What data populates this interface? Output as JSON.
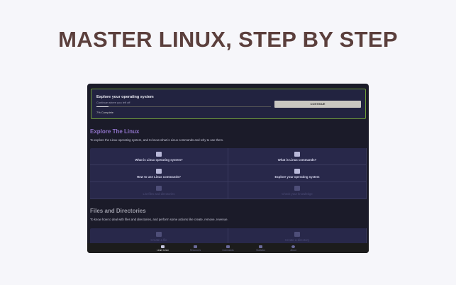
{
  "hero_title": "MASTER LINUX, STEP BY STEP",
  "progress_card": {
    "title": "Explore your operating system",
    "subtitle": "Continue where you left off",
    "progress_percent": 7,
    "progress_label": "7% Complete",
    "button": "CONTINUE"
  },
  "sections": [
    {
      "title": "Explore The Linux",
      "title_color": "#8f72c9",
      "description": "To explore the Linux operating system, and to know what is Linux commands and why to use them.",
      "items": [
        {
          "label": "What is Linux operating system?",
          "icon": "linux-penguin-icon",
          "enabled": true
        },
        {
          "label": "What is Linux commands?",
          "icon": "window-icon",
          "enabled": true
        },
        {
          "label": "How to use Linux commands?",
          "icon": "cube-icon",
          "enabled": true
        },
        {
          "label": "Explore your operating system",
          "icon": "qr-code-icon",
          "enabled": true
        },
        {
          "label": "List files and directories",
          "icon": "tray-icon",
          "enabled": false
        },
        {
          "label": "Check your knowledge",
          "icon": "book-icon",
          "enabled": false
        }
      ]
    },
    {
      "title": "Files and Directories",
      "title_color": "#9a9aa6",
      "description": "To know how to deal with files and directories, and perform some actions like create, remove, revenue.",
      "items": [
        {
          "label": "Create a file",
          "icon": "file-icon",
          "enabled": false
        },
        {
          "label": "Create a directory",
          "icon": "folder-icon",
          "enabled": false
        }
      ]
    }
  ],
  "tabs": [
    {
      "label": "Learn Linux",
      "icon": "book-icon",
      "active": true
    },
    {
      "label": "Resources",
      "icon": "pin-icon",
      "active": false
    },
    {
      "label": "Commands",
      "icon": "arrows-icon",
      "active": false
    },
    {
      "label": "Statistics",
      "icon": "chart-icon",
      "active": false
    },
    {
      "label": "About",
      "icon": "info-icon",
      "active": false
    }
  ]
}
